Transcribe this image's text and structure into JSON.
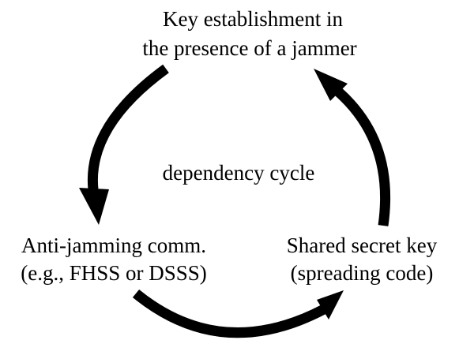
{
  "diagram": {
    "top_node": {
      "line1": "Key establishment in",
      "line2": "the presence of a jammer"
    },
    "center_label": "dependency cycle",
    "left_node": {
      "line1": "Anti-jamming comm.",
      "line2": "(e.g., FHSS or DSSS)"
    },
    "right_node": {
      "line1": "Shared secret key",
      "line2": "(spreading code)"
    },
    "colors": {
      "foreground": "#000000",
      "background": "#ffffff"
    }
  }
}
